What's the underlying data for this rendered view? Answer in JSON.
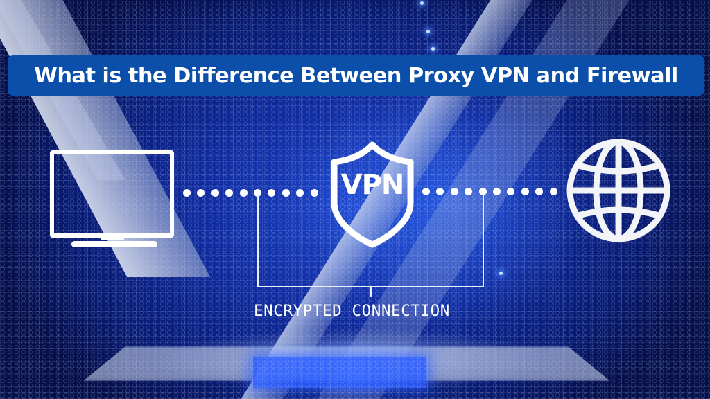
{
  "banner": {
    "title": "What is the Difference Between Proxy VPN and Firewall",
    "background_color": "#0b4fab",
    "text_color": "#ffffff"
  },
  "diagram": {
    "nodes": [
      {
        "id": "computer",
        "icon": "monitor-icon"
      },
      {
        "id": "vpn",
        "icon": "shield-icon",
        "label": "VPN"
      },
      {
        "id": "internet",
        "icon": "globe-icon"
      }
    ],
    "connectors": [
      {
        "from": "computer",
        "to": "vpn",
        "style": "dotted",
        "dot_count": 10
      },
      {
        "from": "vpn",
        "to": "internet",
        "style": "dotted",
        "dot_count": 10
      }
    ],
    "caption": "ENCRYPTED CONNECTION"
  },
  "colors": {
    "background_primary": "#0f2a9c",
    "background_dark": "#050f4a",
    "icon_color": "#ffffff"
  }
}
